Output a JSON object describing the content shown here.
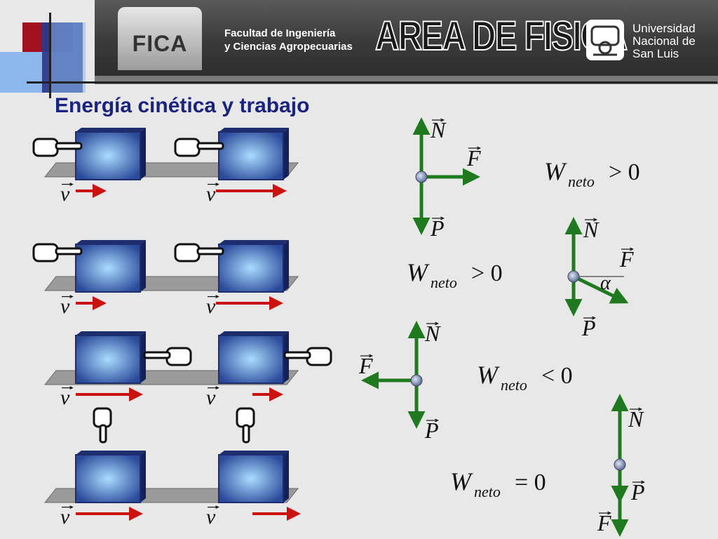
{
  "header": {
    "logo_text": "FICA",
    "faculty_line1": "Facultad de Ingeniería",
    "faculty_line2": "y Ciencias Agropecuarias",
    "area_title": "AREA DE FISICA",
    "university_line1": "Universidad",
    "university_line2": "Nacional de",
    "university_line3": "San Luis"
  },
  "slide_title": "Energía cinética y trabajo",
  "symbols": {
    "velocity": "v",
    "normal": "N",
    "force": "F",
    "weight": "P",
    "angle": "α",
    "work_net": "W",
    "work_subscript": "neto"
  },
  "cases": [
    {
      "relation": "> 0",
      "note": "force along motion"
    },
    {
      "relation": "> 0",
      "note": "force at angle"
    },
    {
      "relation": "< 0",
      "note": "force against motion"
    },
    {
      "relation": "= 0",
      "note": "force perpendicular"
    }
  ],
  "colors": {
    "force_arrow": "#1f7a1f",
    "velocity_arrow": "#cc1111",
    "block": "#3a63b8",
    "title": "#1a237e"
  }
}
